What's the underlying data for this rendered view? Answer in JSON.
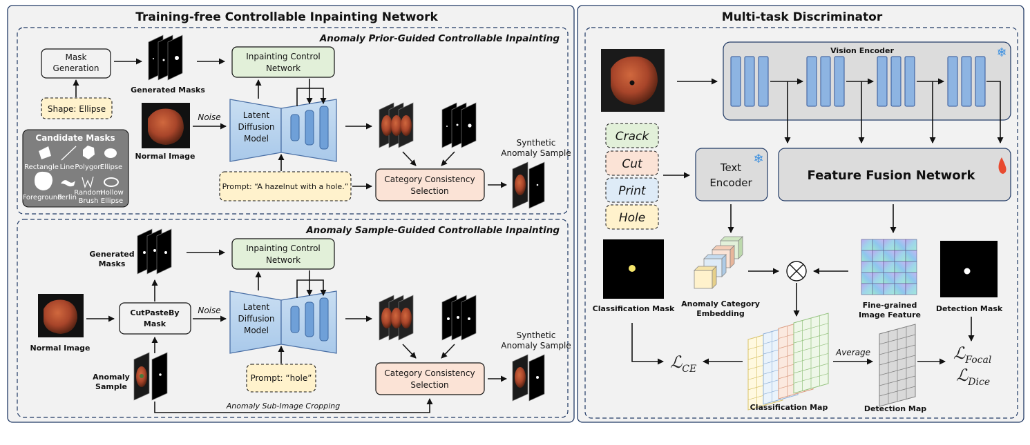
{
  "left_title": "Training-free Controllable Inpainting Network",
  "right_title": "Multi-task Discriminator",
  "prior": {
    "subtitle": "Anomaly Prior-Guided Controllable Inpainting",
    "mask_generation": [
      "Mask",
      "Generation"
    ],
    "generated_masks": "Generated Masks",
    "shape": "Shape: Ellipse",
    "candidate_title": "Candidate Masks",
    "candidates": [
      "Rectangle",
      "Line",
      "Polygon",
      "Ellipse",
      "Foreground",
      "Perlin",
      "Random",
      "Brush",
      "Hollow",
      "Ellipse"
    ],
    "icn": [
      "Inpainting Control",
      "Network"
    ],
    "noise": "Noise",
    "normal_image": "Normal Image",
    "ldm": [
      "Latent",
      "Diffusion",
      "Model"
    ],
    "prompt": "Prompt: “A hazelnut with a hole.”",
    "ccs": [
      "Category Consistency",
      "Selection"
    ],
    "synthetic": [
      "Synthetic",
      "Anomaly Sample"
    ]
  },
  "sample": {
    "subtitle": "Anomaly Sample-Guided Controllable Inpainting",
    "generated_masks": [
      "Generated",
      "Masks"
    ],
    "icn": [
      "Inpainting Control",
      "Network"
    ],
    "normal_image": "Normal Image",
    "cutpaste": [
      "CutPasteBy",
      "Mask"
    ],
    "noise": "Noise",
    "ldm": [
      "Latent",
      "Diffusion",
      "Model"
    ],
    "anomaly_sample": [
      "Anomaly",
      "Sample"
    ],
    "prompt": "Prompt: “hole”",
    "ccs": [
      "Category Consistency",
      "Selection"
    ],
    "synthetic": [
      "Synthetic",
      "Anomaly Sample"
    ],
    "cropping": "Anomaly Sub-Image Cropping"
  },
  "disc": {
    "vision_encoder": "Vision Encoder",
    "categories": [
      "Crack",
      "Cut",
      "Print",
      "Hole"
    ],
    "text_encoder": [
      "Text",
      "Encoder"
    ],
    "ffn": "Feature Fusion Network",
    "classification_mask": "Classification Mask",
    "embedding": [
      "Anomaly Category",
      "Embedding"
    ],
    "fine_grained": [
      "Fine-grained",
      "Image Feature"
    ],
    "detection_mask": "Detection Mask",
    "average": "Average",
    "classification_map": "Classification Map",
    "detection_map": "Detection Map",
    "loss_ce_main": "ℒ",
    "loss_ce_sub": "CE",
    "loss_focal_main": "ℒ",
    "loss_focal_sub": "Focal",
    "loss_dice_main": "ℒ",
    "loss_dice_sub": "Dice",
    "otimes": "⊗"
  },
  "colors": {
    "green_box": "#e2f0d9",
    "peach_box": "#fbe3d6",
    "yellow_box": "#fff2cc",
    "blue_box": "#9dc3e6",
    "gray_panel": "#f2f2f2",
    "crack": "#e2f0d9",
    "cut": "#fbe3d6",
    "print": "#deebf7",
    "hole": "#fff2cc"
  }
}
